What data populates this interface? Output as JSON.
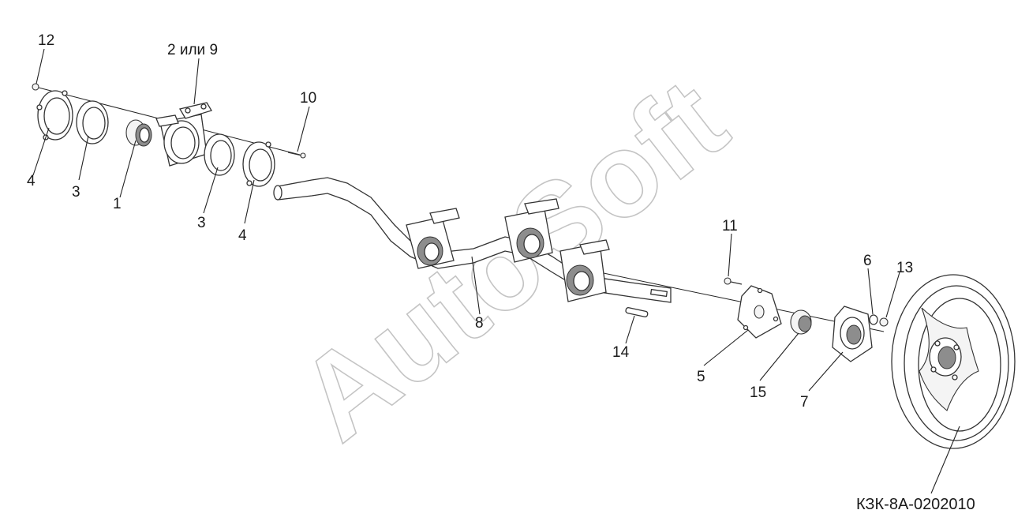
{
  "watermark": "AutoSoft",
  "code_label": "КЗК-8А-0202010",
  "callouts": [
    {
      "id": "12",
      "text": "12"
    },
    {
      "id": "2or9",
      "text": "2 или 9"
    },
    {
      "id": "10",
      "text": "10"
    },
    {
      "id": "4a",
      "text": "4"
    },
    {
      "id": "3a",
      "text": "3"
    },
    {
      "id": "1",
      "text": "1"
    },
    {
      "id": "3b",
      "text": "3"
    },
    {
      "id": "4b",
      "text": "4"
    },
    {
      "id": "8",
      "text": "8"
    },
    {
      "id": "11",
      "text": "11"
    },
    {
      "id": "6",
      "text": "6"
    },
    {
      "id": "13",
      "text": "13"
    },
    {
      "id": "14",
      "text": "14"
    },
    {
      "id": "5",
      "text": "5"
    },
    {
      "id": "15",
      "text": "15"
    },
    {
      "id": "7",
      "text": "7"
    }
  ]
}
